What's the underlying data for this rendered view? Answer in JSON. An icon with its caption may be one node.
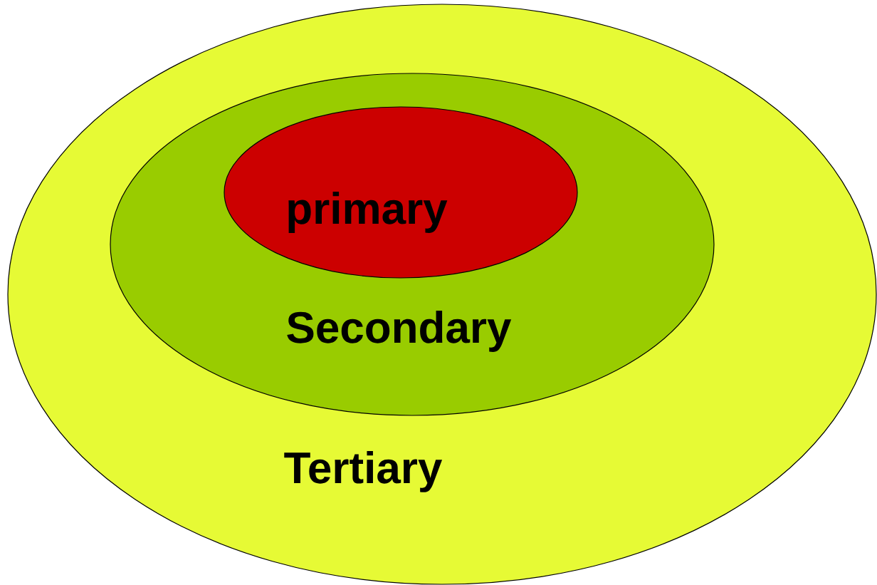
{
  "diagram": {
    "nodes": [
      {
        "text": [
          "Tertiary"
        ]
      },
      {
        "text": [
          "Secondary"
        ],
        "in": 0
      },
      {
        "text": [
          "primary"
        ],
        "in": 1
      }
    ]
  }
}
